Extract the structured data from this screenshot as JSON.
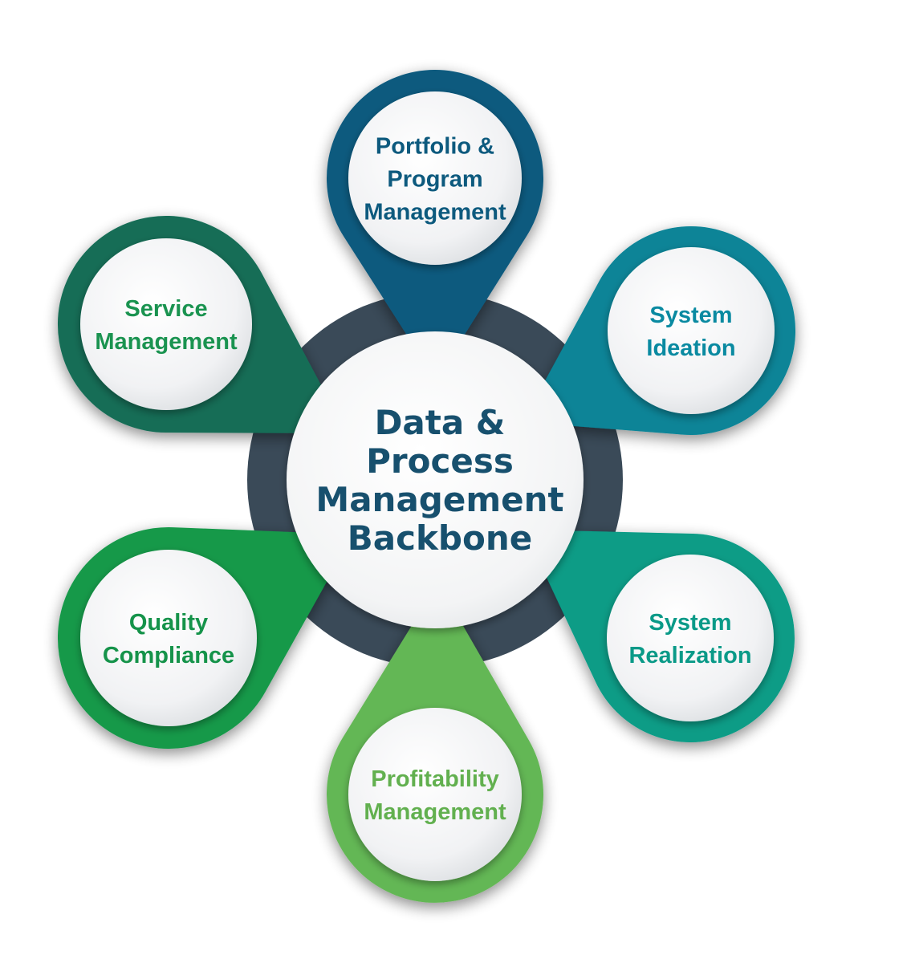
{
  "center": {
    "lines": [
      "Data &",
      "Process",
      "Management",
      "Backbone"
    ],
    "text_color": "#17506E"
  },
  "ring": {
    "color": "#3A4A58"
  },
  "petals": [
    {
      "id": "portfolio-program-management",
      "lines": [
        "Portfolio &",
        "Program",
        "Management"
      ],
      "color": "#0D5A7E",
      "text_color": "#0D5A7E",
      "icon": "teardrop-pin"
    },
    {
      "id": "system-ideation",
      "lines": [
        "System",
        "Ideation"
      ],
      "color": "#078497",
      "text_color": "#0A8AA1",
      "icon": "teardrop-pin"
    },
    {
      "id": "system-realization",
      "lines": [
        "System",
        "Realization"
      ],
      "color": "#079C86",
      "text_color": "#0A9A88",
      "icon": "teardrop-pin"
    },
    {
      "id": "profitability-management",
      "lines": [
        "Profitability",
        "Management"
      ],
      "color": "#64B755",
      "text_color": "#62B04F",
      "icon": "teardrop-pin"
    },
    {
      "id": "quality-compliance",
      "lines": [
        "Quality",
        "Compliance"
      ],
      "color": "#12994A",
      "text_color": "#15934A",
      "icon": "teardrop-pin"
    },
    {
      "id": "service-management",
      "lines": [
        "Service",
        "Management"
      ],
      "color": "#146D56",
      "text_color": "#1A9350",
      "icon": "teardrop-pin"
    }
  ]
}
